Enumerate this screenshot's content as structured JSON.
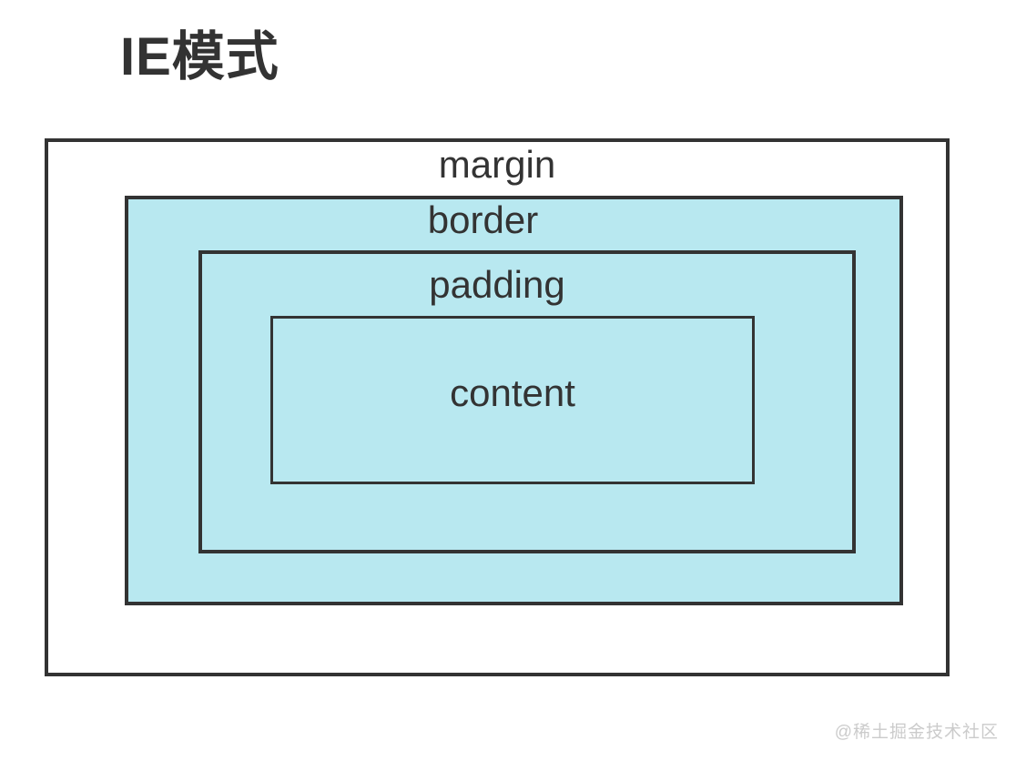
{
  "title": "IE模式",
  "diagram": {
    "margin_label": "margin",
    "border_label": "border",
    "padding_label": "padding",
    "content_label": "content",
    "fill_color": "#B8E8F0",
    "line_color": "#333333",
    "text_color": "#333333"
  },
  "watermark": {
    "text": "@稀土掘金技术社区",
    "color": "#CBCBCB"
  }
}
